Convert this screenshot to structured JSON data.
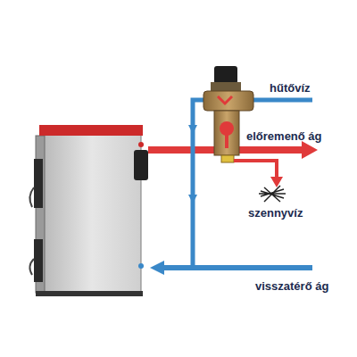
{
  "diagram": {
    "labels": [
      "hűtővíz",
      "előremenő ág",
      "szennyvíz",
      "visszatérő ág"
    ]
  }
}
